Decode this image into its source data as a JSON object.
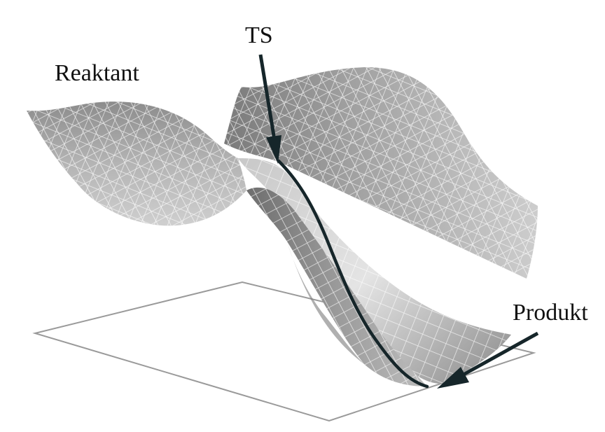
{
  "labels": {
    "reactant": "Reaktant",
    "transition_state": "TS",
    "product": "Produkt"
  },
  "colors": {
    "background": "#ffffff",
    "surface_light": "#dedede",
    "surface_mid": "#a9a9a9",
    "surface_dark": "#6f6f6f",
    "mesh_lines": "#ffffff",
    "reaction_path": "#16262a",
    "base_plane": "#9a9a9a",
    "text": "#111111"
  }
}
